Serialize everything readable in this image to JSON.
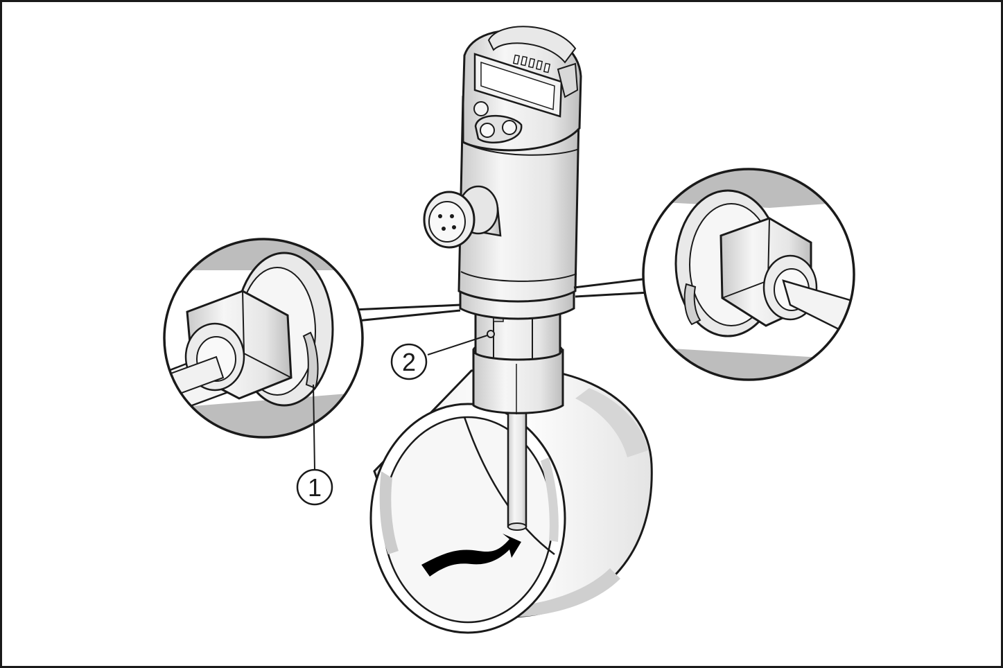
{
  "figure": {
    "callouts": [
      {
        "number": "1",
        "refers_to": "detail-left-mark"
      },
      {
        "number": "2",
        "refers_to": "sensor-lower-mark"
      }
    ],
    "colors": {
      "outline": "#1a1a1a",
      "metal_light": "#f2f2f2",
      "metal_mid": "#d9d9d9",
      "metal_dark": "#b3b3b3",
      "shadow_band": "#b8b8b8",
      "arrow": "#000000",
      "background": "#ffffff"
    },
    "icons": [
      "flow-arrow-icon",
      "connector-plug-icon",
      "pushbutton-icon"
    ]
  }
}
